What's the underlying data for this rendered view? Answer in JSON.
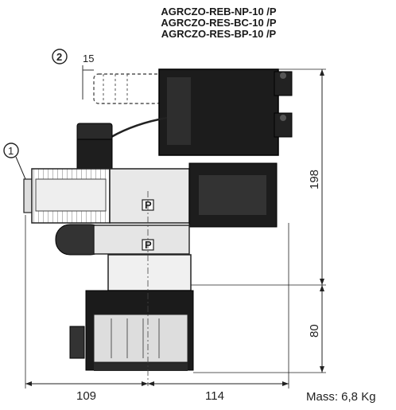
{
  "models": [
    "AGRCZO-REB-NP-10 /P",
    "AGRCZO-RES-BC-10 /P",
    "AGRCZO-RES-BP-10 /P"
  ],
  "callouts": {
    "item2": "2",
    "item1": "1"
  },
  "dimensions": {
    "d15": "15",
    "d198": "198",
    "d80": "80",
    "d109": "109",
    "d114": "114"
  },
  "port_labels": {
    "upper": "P",
    "lower": "P"
  },
  "mass_label": "Mass: 6,8 Kg"
}
